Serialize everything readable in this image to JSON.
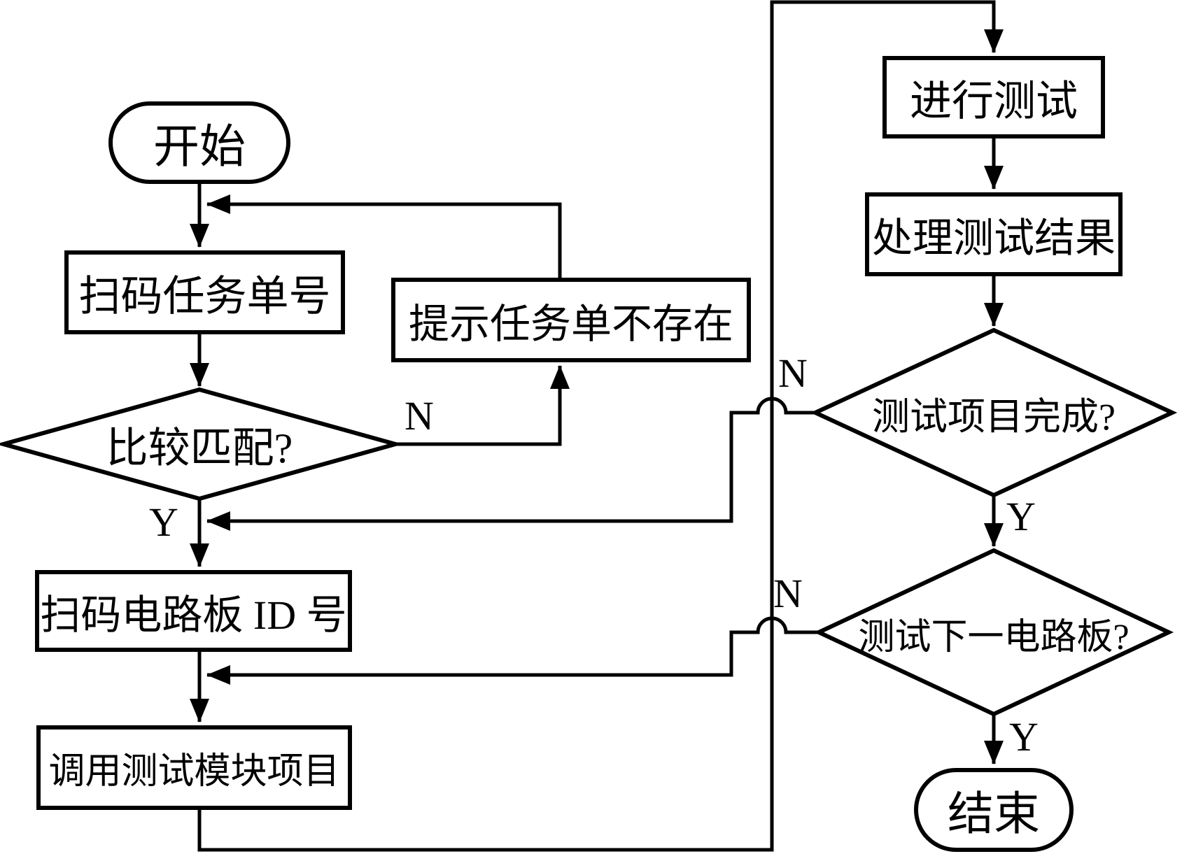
{
  "diagram": {
    "title": "circuit-board test workflow flowchart",
    "colors": {
      "line": "#000000",
      "background": "#ffffff",
      "text": "#000000"
    },
    "nodes": {
      "start": {
        "type": "terminator",
        "label": "开始"
      },
      "scan_task": {
        "type": "process",
        "label": "扫码任务单号"
      },
      "match": {
        "type": "decision",
        "label": "比较匹配?"
      },
      "prompt_missing": {
        "type": "process",
        "label": "提示任务单不存在"
      },
      "scan_board": {
        "type": "process",
        "label": "扫码电路板 ID 号"
      },
      "call_modules": {
        "type": "process",
        "label": "调用测试模块项目"
      },
      "run_test": {
        "type": "process",
        "label": "进行测试"
      },
      "process_results": {
        "type": "process",
        "label": "处理测试结果"
      },
      "items_done": {
        "type": "decision",
        "label": "测试项目完成?"
      },
      "next_board": {
        "type": "decision",
        "label": "测试下一电路板?"
      },
      "end": {
        "type": "terminator",
        "label": "结束"
      }
    },
    "edge_labels": {
      "match_no": "N",
      "match_yes": "Y",
      "items_done_no": "N",
      "items_done_yes": "Y",
      "next_board_no": "N",
      "next_board_yes": "Y"
    }
  }
}
